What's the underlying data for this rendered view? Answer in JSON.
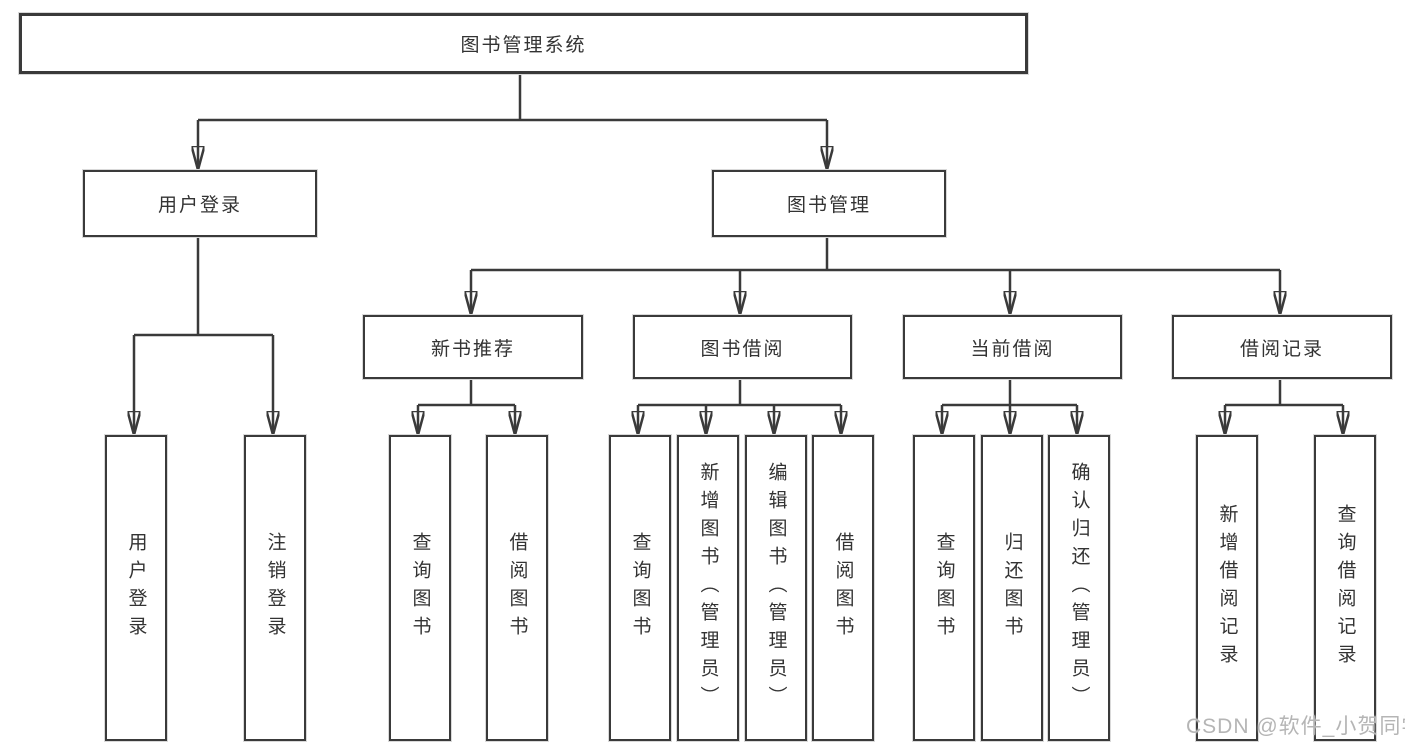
{
  "nodes": {
    "root": "图书管理系统",
    "user_login_branch": "用户登录",
    "book_management_branch": "图书管理",
    "new_book_recommend": "新书推荐",
    "book_borrow": "图书借阅",
    "current_borrow": "当前借阅",
    "borrow_records": "借阅记录",
    "ul_user_login": "用户登录",
    "ul_logout": "注销登录",
    "nb_query_book": "查询图书",
    "nb_borrow_book": "借阅图书",
    "bb_query_book": "查询图书",
    "bb_add_book": "新增图书（管理员）",
    "bb_edit_book": "编辑图书（管理员）",
    "bb_borrow_book": "借阅图书",
    "cb_query_book": "查询图书",
    "cb_return_book": "归还图书",
    "cb_confirm_return": "确认归还（管理员）",
    "br_add_record": "新增借阅记录",
    "br_query_record": "查询借阅记录"
  },
  "watermark": "CSDN @软件_小贺同学",
  "colors": {
    "line": "#3a3a3a",
    "text": "#333333",
    "watermark": "#b5b5b5",
    "background": "#ffffff"
  }
}
